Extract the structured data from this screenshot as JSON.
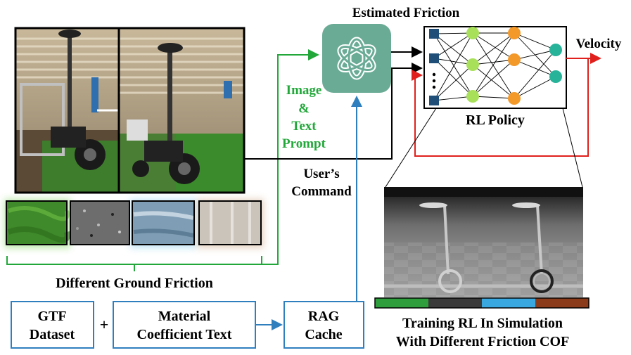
{
  "labels": {
    "estimated_friction": "Estimated Friction",
    "velocity": "Velocity",
    "rl_policy": "RL Policy",
    "image_prompt": [
      "Image",
      "&",
      "Text",
      "Prompt"
    ],
    "users_command": [
      "User’s",
      "Command"
    ],
    "different_ground_friction": "Different Ground Friction",
    "training_caption": [
      "Training RL In Simulation",
      "With Different Friction COF"
    ],
    "question_mark": "?"
  },
  "boxes": {
    "gtf_dataset": [
      "GTF",
      "Dataset"
    ],
    "plus": "+",
    "material_text": [
      "Material",
      "Coefficient Text"
    ],
    "rag_cache": [
      "RAG",
      "Cache"
    ]
  },
  "colors": {
    "green": "#22a83a",
    "blue": "#2f7fbf",
    "red": "#e0201c",
    "black": "#000000",
    "llm_tile": "#6aab96",
    "node_square": "#1f4e79",
    "node_green": "#a8e05a",
    "node_orange": "#f3992a",
    "node_teal": "#27b39a",
    "friction_bar": [
      "#2e9e3c",
      "#3a3a3a",
      "#3aa8e0",
      "#8b3a1a"
    ]
  },
  "icons": {
    "llm": "openai-logo-icon"
  }
}
